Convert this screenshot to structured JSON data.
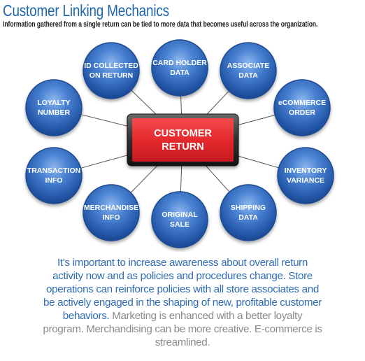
{
  "header": {
    "title": "Customer Linking Mechanics",
    "subtitle": "Information gathered from a single return can be tied to more data that becomes useful across the organization."
  },
  "center": {
    "line1": "CUSTOMER",
    "line2": "RETURN"
  },
  "nodes": [
    {
      "line1": "CARD HOLDER",
      "line2": "DATA"
    },
    {
      "line1": "ASSOCIATE",
      "line2": "DATA"
    },
    {
      "line1": "eCOMMERCE",
      "line2": "ORDER"
    },
    {
      "line1": "INVENTORY",
      "line2": "VARIANCE"
    },
    {
      "line1": "SHIPPING",
      "line2": "DATA"
    },
    {
      "line1": "ORIGINAL",
      "line2": "SALE"
    },
    {
      "line1": "MERCHANDISE",
      "line2": "INFO"
    },
    {
      "line1": "TRANSACTION",
      "line2": "INFO"
    },
    {
      "line1": "LOYALTY",
      "line2": "NUMBER"
    },
    {
      "line1": "ID COLLECTED",
      "line2": "ON RETURN"
    }
  ],
  "body": {
    "highlight": "It’s important to increase awareness about overall return activity now and as policies and procedures change. Store operations can reinforce policies with all store associates and be actively engaged in the shaping of new, profitable customer behaviors.",
    "rest": "Marketing is enhanced with a better loyalty program. Merchandising can be more creative. E-commerce is streamlined."
  },
  "colors": {
    "title": "#1f66ad",
    "node": "#2d64b8",
    "center": "#e5262a",
    "text_highlight": "#2f6db6",
    "text_rest": "#8b8b8b"
  }
}
